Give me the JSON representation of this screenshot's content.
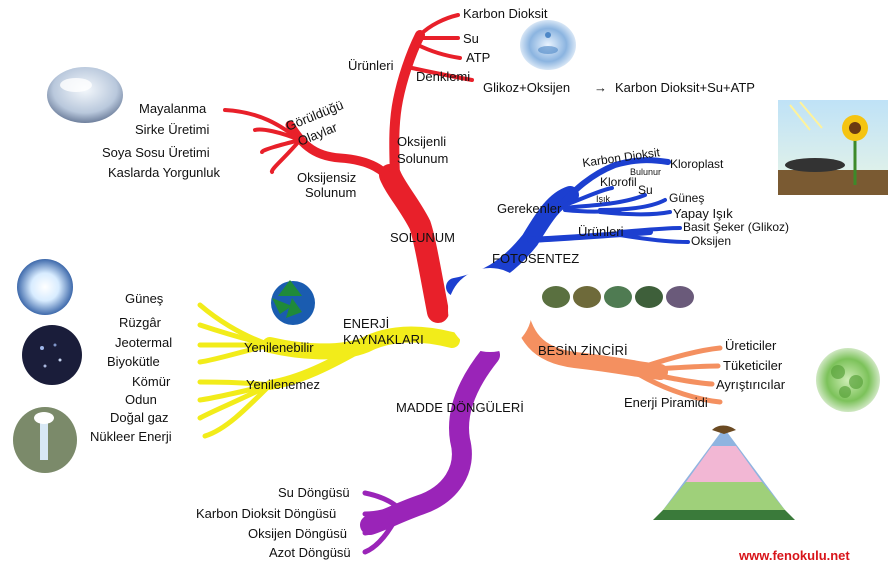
{
  "colors": {
    "solunum": "#e8202a",
    "fotosentez": "#1c3fd0",
    "enerji": "#f2ec1a",
    "besin": "#f49060",
    "madde": "#9a24b8",
    "site": "#d8141a"
  },
  "solunum": {
    "hub": "SOLUNUM",
    "urunler": "Ürünleri",
    "karbon": "Karbon Dioksit",
    "su": "Su",
    "atp": "ATP",
    "denklemi": "Denklemi",
    "glikoz": "Glikoz+Oksijen",
    "sonuc": "Karbon Dioksit+Su+ATP",
    "oksijenli_1": "Oksijenli",
    "oksijenli_2": "Solunum",
    "gorulen_1": "Görüldüğü",
    "gorulen_2": "Olaylar",
    "oksijensiz_1": "Oksijensiz",
    "oksijensiz_2": "Solunum",
    "olaylar": [
      "Mayalanma",
      "Sirke Üretimi",
      "Soya Sosu Üretimi",
      "Kaslarda Yorgunluk"
    ]
  },
  "fotosentez": {
    "hub": "FOTOSENTEZ",
    "gerekenler": "Gerekenler",
    "urunleri": "Ürünleri",
    "karbon": "Karbon Dioksit",
    "bulunur": "Bulunur",
    "kloroplast": "Kloroplast",
    "klorofil": "Klorofil",
    "su": "Su",
    "isik": "Işık",
    "gunes": "Güneş",
    "yapay": "Yapay Işık",
    "seker": "Basit Şeker (Glikoz)",
    "oksijen": "Oksijen"
  },
  "enerji": {
    "hub_1": "ENERJİ",
    "hub_2": "KAYNAKLARI",
    "yenilenebilir": "Yenilenebilir",
    "yenilenemez": "Yenilenemez",
    "yenilenebilir_items": [
      "Güneş",
      "Rüzgâr",
      "Jeotermal",
      "Biyokütle"
    ],
    "yenilenemez_items": [
      "Kömür",
      "Odun",
      "Doğal gaz",
      "Nükleer Enerji"
    ]
  },
  "besin": {
    "hub": "BESİN ZİNCİRİ",
    "items": [
      "Üreticiler",
      "Tüketiciler",
      "Ayrıştırıcılar",
      "Enerji Piramidi"
    ]
  },
  "madde": {
    "hub": "MADDE DÖNGÜLERİ",
    "items": [
      "Su Döngüsü",
      "Karbon Dioksit Döngüsü",
      "Oksijen Döngüsü",
      "Azot Döngüsü"
    ]
  },
  "site": "www.fenokulu.net",
  "icons": [
    "water-drop-icon",
    "sunflower-icon",
    "planet-icon",
    "recycle-icon",
    "bacteria-icon",
    "energy-pyramid-icon"
  ]
}
